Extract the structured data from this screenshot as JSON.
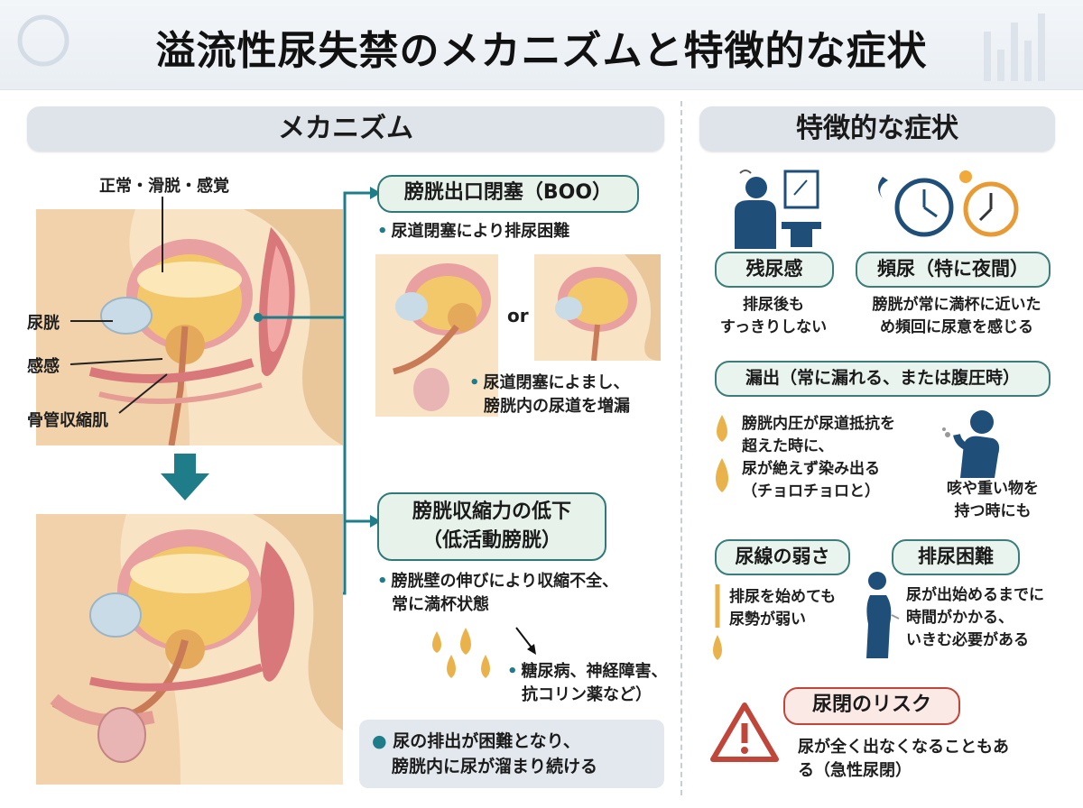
{
  "title": "溢流性尿失禁のメカニズムと特徴的な症状",
  "sections": {
    "mechanism": "メカニズム",
    "symptoms": "特徴的な症状"
  },
  "anatomy_labels": {
    "top": "正常・滑脱・感覚",
    "bladder": "尿胱",
    "sense": "感感",
    "muscle": "骨管収縮肌"
  },
  "boo": {
    "title": "膀胱出口閉塞（BOO）",
    "bullet1": "尿道閉塞により排尿困難",
    "or": "or",
    "bullet2_line1": "尿道閉塞によまし、",
    "bullet2_line2": "膀胱内の尿道を増漏"
  },
  "hypo": {
    "title_line1": "膀胱収縮力の低下",
    "title_line2": "（低活動膀胱）",
    "bullet1_line1": "膀胱壁の伸びにより収縮不全、",
    "bullet1_line2": "常に満杯状態",
    "bullet2_line1": "糖尿病、神経障害、",
    "bullet2_line2": "抗コリン薬など）"
  },
  "summary": {
    "line1": "尿の排出が困難となり、",
    "line2": "膀胱内に尿が溜まり続ける"
  },
  "symptoms": {
    "residual": {
      "title": "残尿感",
      "line1": "排尿後も",
      "line2": "すっきりしない"
    },
    "frequency": {
      "title": "頻尿（特に夜間）",
      "line1": "膀胱が常に満杯に近いた",
      "line2": "め頻回に尿意を感じる"
    },
    "leak": {
      "title": "漏出（常に漏れる、または腹圧時）",
      "line1": "膀胱内圧が尿道抵抗を",
      "line2": "超えた時に、",
      "line3": "尿が絶えず染み出る",
      "line4": "（チョロチョロと）",
      "side1": "咳や重い物を",
      "side2": "持つ時にも"
    },
    "weak": {
      "title": "尿線の弱さ",
      "line1": "排尿を始めても",
      "line2": "尿勢が弱い"
    },
    "difficulty": {
      "title": "排尿困難",
      "line1": "尿が出始めるまでに",
      "line2": "時間がかかる、",
      "line3": "いきむ必要がある"
    },
    "risk": {
      "title": "尿閉のリスク",
      "line1": "尿が全く出なくなることもあ",
      "line2": "る（急性尿閉）"
    }
  },
  "colors": {
    "teal": "#1f7d8a",
    "pill_border": "#2f7a78",
    "bladder": "#f3c86a",
    "tissue": "#e8a0a0",
    "skin": "#f8e3c4",
    "risk": "#c0463a"
  }
}
